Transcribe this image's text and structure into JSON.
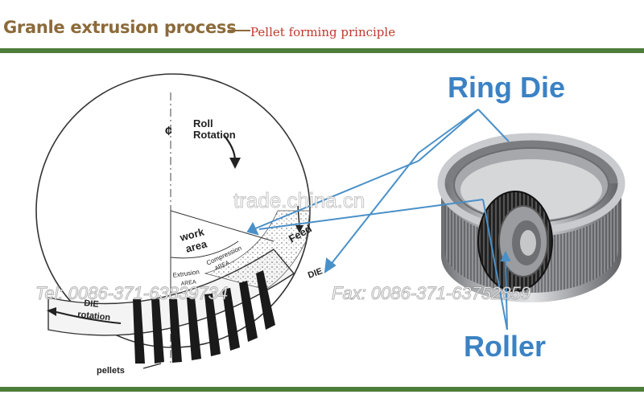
{
  "header": {
    "title": "Granle extrusion process",
    "subtitle": "Pellet forming principle"
  },
  "colors": {
    "title": "#8c6a3a",
    "subtitle": "#c0392b",
    "rule": "#4e7d3a",
    "callout": "#4a90c8",
    "callout_text": "#3b82c4"
  },
  "callouts": {
    "ring_die": "Ring Die",
    "roller": "Roller"
  },
  "schematic": {
    "centerline": "¢",
    "roll_rotation_1": "Roll",
    "roll_rotation_2": "Rotation",
    "work_area_1": "work",
    "work_area_2": "area",
    "feed": "Feed",
    "extrusion_1": "Extrusion",
    "extrusion_2": "AREA",
    "compression_1": "Compression",
    "compression_2": "AREA",
    "die": "DIE",
    "die_rotation_1": "DIE",
    "die_rotation_2": "rotation",
    "pellets": "pellets"
  },
  "watermark": {
    "site": "trade.china.cn",
    "tel": "Tel: 0086-371-63839734",
    "fax": "Fax: 0086-371-63752859"
  }
}
